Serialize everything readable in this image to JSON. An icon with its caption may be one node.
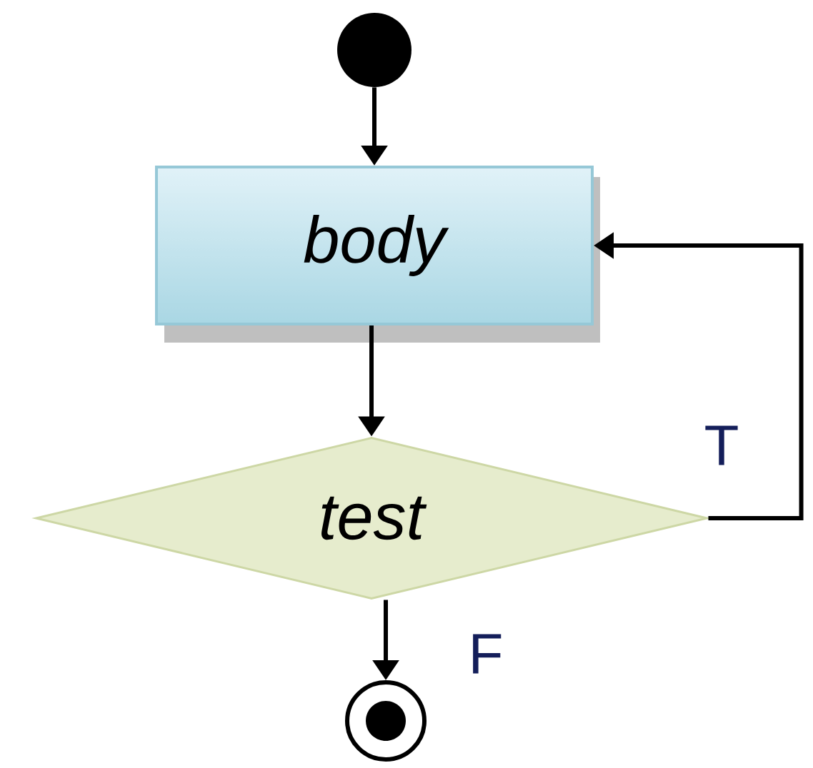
{
  "diagram": {
    "nodes": [
      {
        "text": [],
        "shape": "circle"
      },
      {
        "text": [
          "body"
        ]
      },
      {
        "text": [
          "test"
        ]
      },
      {
        "text": [],
        "shape": "circle"
      }
    ],
    "edges": [
      {
        "from": 0,
        "to": 1,
        "arrow": "to"
      },
      {
        "from": 1,
        "to": 2,
        "arrow": "to"
      },
      {
        "from": 2,
        "to": 1,
        "arrow": "to",
        "label": "T"
      },
      {
        "from": 2,
        "to": 3,
        "arrow": "to",
        "label": "F"
      }
    ]
  }
}
